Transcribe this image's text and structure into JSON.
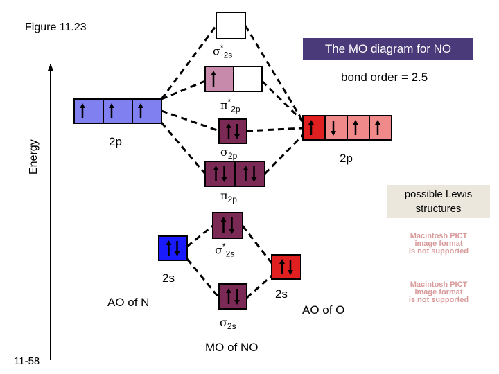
{
  "figure_label": "Figure 11.23",
  "title": "The MO diagram for NO",
  "bond_order": "bond order = 2.5",
  "energy_label": "Energy",
  "lewis_box": {
    "line1": "possible Lewis",
    "line2": "structures"
  },
  "pict_placeholder": {
    "line1": "Macintosh PICT",
    "line2": "image format",
    "line3": "is not supported"
  },
  "atomic_orbitals": {
    "n_2p": {
      "label": "2p",
      "electrons": [
        "up",
        "up",
        "up"
      ]
    },
    "n_2s": {
      "label": "2s",
      "electrons": [
        "up",
        "down"
      ]
    },
    "o_2p": {
      "label": "2p",
      "electrons": [
        "up",
        "down",
        "up",
        "up"
      ]
    },
    "o_2s": {
      "label": "2s",
      "electrons": [
        "up",
        "down"
      ]
    }
  },
  "molecular_orbitals": {
    "sigma_star_2p": {
      "symbol": "σ",
      "sup": "*",
      "sub": "2s",
      "electrons": []
    },
    "pi_star_2p": {
      "symbol": "π",
      "sup": "*",
      "sub": "2p",
      "electrons": [
        "up"
      ]
    },
    "sigma_2p": {
      "symbol": "σ",
      "sub": "2p",
      "electrons": [
        "up",
        "down"
      ]
    },
    "pi_2p": {
      "symbol": "π",
      "sub": "2p",
      "electrons": [
        "up",
        "down",
        "up",
        "down"
      ]
    },
    "sigma_star_2s": {
      "symbol": "σ",
      "sup": "*",
      "sub": "2s",
      "electrons": [
        "up",
        "down"
      ]
    },
    "sigma_2s": {
      "symbol": "σ",
      "sub": "2s",
      "electrons": [
        "up",
        "down"
      ]
    }
  },
  "bottom_labels": {
    "ao_n": "AO of N",
    "ao_o": "AO of O",
    "mo": "MO of NO"
  },
  "slide_number": "11-58",
  "colors": {
    "n_2p": "#8080f0",
    "n_2s": "#1a1aff",
    "o_2p": "#f08a8a",
    "o_2s": "#e02020",
    "mo_dark": "#7a2a55",
    "mo_light": "#c88aab",
    "title_bg": "#4a3a7a",
    "lewis_bg": "#ebe7dc",
    "pict_text": "#d89a9a"
  }
}
